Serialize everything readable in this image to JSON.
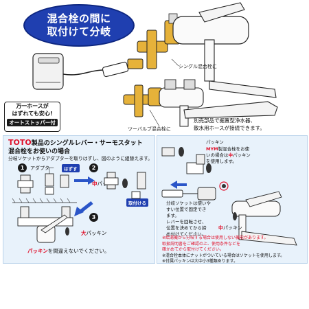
{
  "title": {
    "line1": "混合栓の間に",
    "line2": "取付けて分岐"
  },
  "labels": {
    "single_lever": "シングル混合栓に",
    "two_valve": "ツーバルブ混合栓に"
  },
  "stopper": {
    "line1": "万一ホースが",
    "line2": "はずれても安心!",
    "badge": "オートストッパー付"
  },
  "note": {
    "line1": "別売部品で据置型浄水器、",
    "line2": "散水用ホースが接続できます。"
  },
  "toto_panel": {
    "brand": "TOTO",
    "title_rest": "製品のシングルレバー・サーモスタット",
    "title2": "混合栓をお使いの場合",
    "subtitle": "分岐ソケットからアダプターを取りはずし、図のように組替えます。",
    "step1": "1",
    "step2": "2",
    "step3": "3",
    "adapter": "アダプター",
    "remove_tag": "はずす",
    "naka": "中",
    "packing": "パッキン",
    "attach_tag": "取付ける",
    "dai": "大",
    "packing2": "パッキン",
    "warning_red": "パッキン",
    "warning_rest": "を間違えないでください。"
  },
  "right_panel": {
    "packing_label": "パッキン",
    "mym_l1_pre": "",
    "mym_brand": "MYM",
    "mym_l1_post": "製混合栓をお使",
    "mym_l2_pre": "いの場合は",
    "mym_l2_red": "中",
    "mym_l2_post": "パッキン",
    "mym_l3": "を使用します。",
    "socket_l1": "分岐ソケットは使いや",
    "socket_l2": "すい位置で固定でき",
    "socket_l3": "ます。",
    "socket_l4": "レバーを回転させ、",
    "socket_l5": "位置を決めてから締",
    "socket_l6": "め付けてください。",
    "naka_packing_red": "中",
    "naka_packing_rest": "パッキン",
    "notes": [
      "※給湯機から分岐する場合は使用しない機能があります。",
      "取扱説明書をご確認の上、使用条件などを",
      "確かめてから取付けてください。",
      "※混合栓本体にナットがついている場合はソケットを使用します。",
      "※付属パッキンは大中小3種類あります。"
    ]
  },
  "colors": {
    "badge_blue": "#1f3fb0",
    "accent_red": "#e0102a",
    "brass": "#e6b23a",
    "panel_bg": "#e8f2fb",
    "arrow_blue": "#2a55c8"
  }
}
